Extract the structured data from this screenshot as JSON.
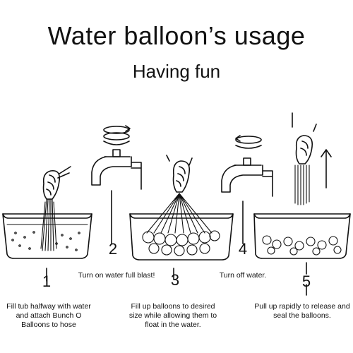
{
  "header": {
    "title": "Water balloon’s usage",
    "subtitle": "Having fun"
  },
  "steps": [
    {
      "number": "1",
      "caption": "Fill tub halfway with water and attach Bunch O Balloons to hose"
    },
    {
      "number": "2",
      "caption": "Turn on water full blast!"
    },
    {
      "number": "3",
      "caption": "Fill up balloons to desired size while allowing them to float in the water."
    },
    {
      "number": "4",
      "caption": "Turn off water."
    },
    {
      "number": "5",
      "caption": "Pull up rapidly to release and seal the balloons."
    }
  ],
  "icons": [
    "tub-icon",
    "hand-icon",
    "faucet-icon",
    "swirl-arrow-icon",
    "balloon-bunch-icon",
    "up-arrow-icon"
  ],
  "colors": {
    "line": "#111111",
    "background": "#ffffff"
  }
}
